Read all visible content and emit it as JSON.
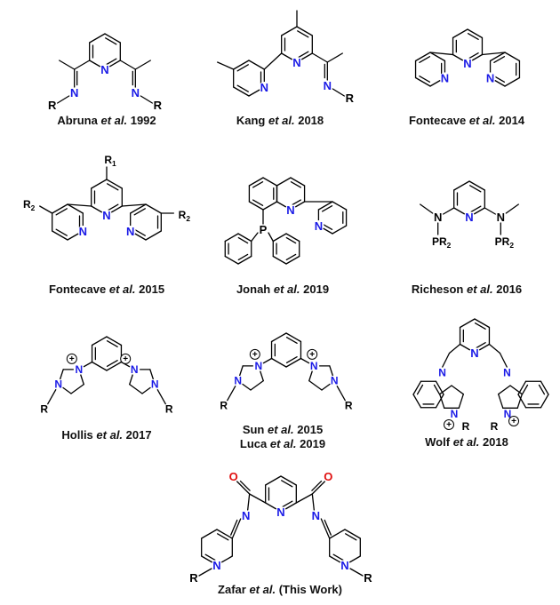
{
  "colors": {
    "bond": "#000000",
    "nitrogen": "#1a1ae6",
    "oxygen": "#e01010",
    "text": "#111111"
  },
  "captions": [
    {
      "id": "abruna",
      "author": "Abruna",
      "etal": "et al.",
      "year": "1992"
    },
    {
      "id": "kang",
      "author": "Kang",
      "etal": "et al.",
      "year": "2018"
    },
    {
      "id": "fontecave2014",
      "author": "Fontecave",
      "etal": "et al.",
      "year": "2014"
    },
    {
      "id": "fontecave2015",
      "author": "Fontecave",
      "etal": "et al.",
      "year": "2015"
    },
    {
      "id": "jonah",
      "author": "Jonah",
      "etal": "et al.",
      "year": "2019"
    },
    {
      "id": "richeson",
      "author": "Richeson",
      "etal": "et al.",
      "year": "2016"
    },
    {
      "id": "hollis",
      "author": "Hollis",
      "etal": "et al.",
      "year": "2017"
    },
    {
      "id": "sun",
      "author": "Sun",
      "etal": "et al.",
      "year": "2015"
    },
    {
      "id": "luca",
      "author": "Luca",
      "etal": "et al.",
      "year": "2019"
    },
    {
      "id": "wolf",
      "author": "Wolf",
      "etal": "et al.",
      "year": "2018"
    },
    {
      "id": "zafar",
      "author": "Zafar",
      "etal": "et al.",
      "year": "(This Work)"
    }
  ],
  "atoms": {
    "N": "N",
    "O": "O",
    "P": "P",
    "R": "R",
    "R1": "R",
    "R1_sub": "1",
    "R2": "R",
    "R2_sub": "2",
    "PR2": "PR",
    "PR2_sub": "2",
    "plus": "+"
  }
}
